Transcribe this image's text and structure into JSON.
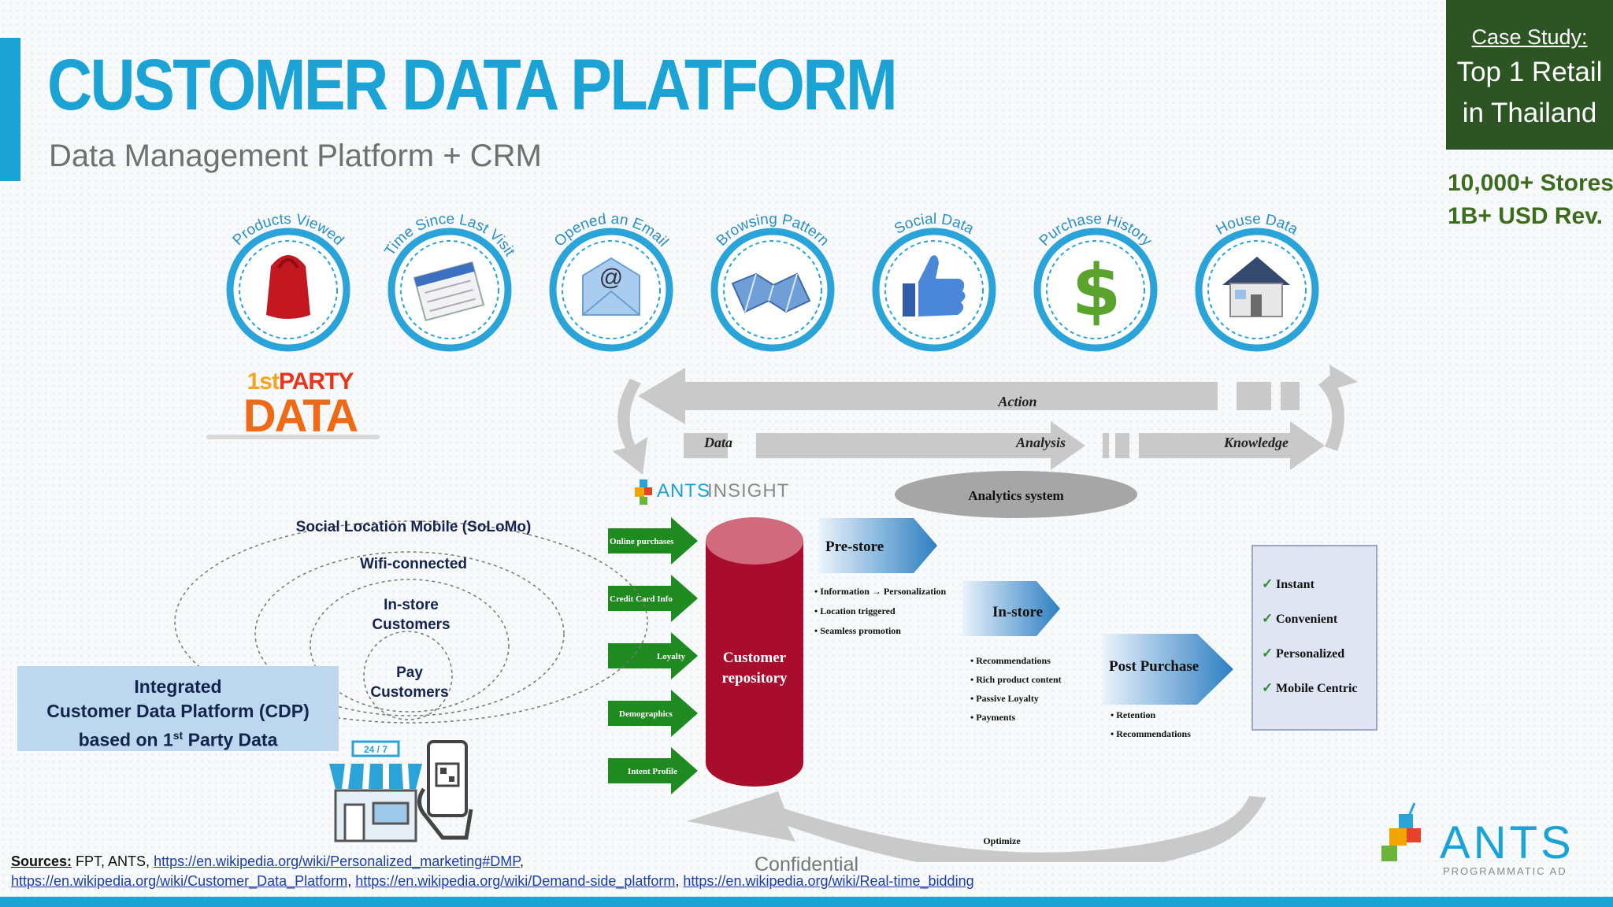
{
  "header": {
    "title": "CUSTOMER DATA PLATFORM",
    "subtitle": "Data Management Platform + CRM"
  },
  "case_study": {
    "label": "Case Study:",
    "line1": "Top 1 Retail",
    "line2": "in Thailand",
    "stat1": "10,000+ Stores",
    "stat2": "1B+ USD Rev."
  },
  "data_sources": [
    {
      "label": "Products Viewed",
      "icon": "shopping-bag-icon"
    },
    {
      "label": "Time Since Last Visit",
      "icon": "calendar-icon"
    },
    {
      "label": "Opened an Email",
      "icon": "email-icon"
    },
    {
      "label": "Browsing Pattern",
      "icon": "map-icon"
    },
    {
      "label": "Social Data",
      "icon": "thumbs-up-icon"
    },
    {
      "label": "Purchase History",
      "icon": "dollar-icon"
    },
    {
      "label": "House Data",
      "icon": "house-icon"
    }
  ],
  "first_party": {
    "top_a": "1st",
    "top_b": "PARTY",
    "bottom": "DATA"
  },
  "flow": {
    "action": "Action",
    "data": "Data",
    "analysis": "Analysis",
    "knowledge": "Knowledge",
    "analytics_system": "Analytics system",
    "optimize": "Optimize"
  },
  "brand": {
    "ants_insight_a": "ANTS",
    "ants_insight_b": "INSIGHT",
    "logo_main": "ANTS",
    "logo_sub": "PROGRAMMATIC AD"
  },
  "inputs": [
    "Online purchases",
    "Credit Card Info",
    "Loyalty",
    "Demographics",
    "Intent Profile"
  ],
  "repository": {
    "line1": "Customer",
    "line2": "repository"
  },
  "stages": [
    {
      "title": "Pre-store",
      "items": [
        "Information → Personalization",
        "Location triggered",
        "Seamless promotion"
      ]
    },
    {
      "title": "In-store",
      "items": [
        "Recommendations",
        "Rich product content",
        "Passive Loyalty",
        "Payments"
      ]
    },
    {
      "title": "Post Purchase",
      "items": [
        "Retention",
        "Recommendations"
      ]
    }
  ],
  "benefits": [
    "Instant",
    "Convenient",
    "Personalized",
    "Mobile Centric"
  ],
  "solomo": {
    "ring1": "Social Location Mobile (SoLoMo)",
    "ring2": "Wifi-connected",
    "ring3a": "In-store",
    "ring3b": "Customers",
    "ring4a": "Pay",
    "ring4b": "Customers"
  },
  "cdp": {
    "line1": "Integrated",
    "line2": "Customer Data Platform (CDP)",
    "line3_a": "based on 1",
    "line3_sup": "st",
    "line3_b": " Party Data"
  },
  "store_sign": "24 / 7",
  "footer": {
    "sources_label": "Sources:",
    "sources_text": " FPT, ANTS, ",
    "link1": "https://en.wikipedia.org/wiki/Personalized_marketing#DMP",
    "link2": "https://en.wikipedia.org/wiki/Customer_Data_Platform",
    "link3": "https://en.wikipedia.org/wiki/Demand-side_platform",
    "link4": "https://en.wikipedia.org/wiki/Real-time_bidding",
    "confidential": "Confidential"
  },
  "colors": {
    "accent": "#1aa3d4",
    "case_green": "#2d5523",
    "stat_green": "#3d6b1f",
    "repo_red": "#a80d2e",
    "arrow_green": "#1f8a1f"
  }
}
